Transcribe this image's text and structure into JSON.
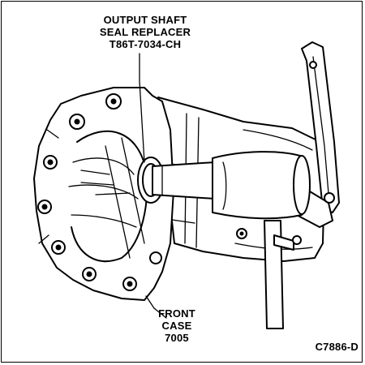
{
  "labels": {
    "tool_line1": "OUTPUT SHAFT",
    "tool_line2": "SEAL REPLACER",
    "tool_line3": "T86T-7034-CH",
    "case_line1": "FRONT",
    "case_line2": "CASE",
    "case_line3": "7005",
    "figure_code": "C7886-D"
  }
}
